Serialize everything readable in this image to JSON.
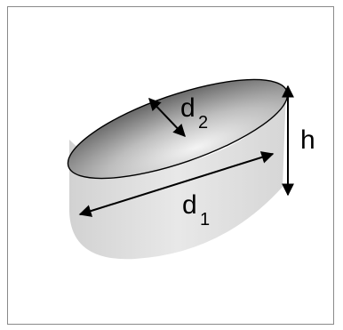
{
  "diagram": {
    "labels": {
      "d2_main": "d",
      "d2_sub": "2",
      "h": "h",
      "d1_main": "d",
      "d1_sub": "1"
    },
    "colors": {
      "body_fill": "#d9d9d9",
      "top_dark": "#6f6f6f",
      "top_light": "#f2f2f2",
      "edge": "#000000",
      "frame": "#8a8a8a"
    }
  }
}
